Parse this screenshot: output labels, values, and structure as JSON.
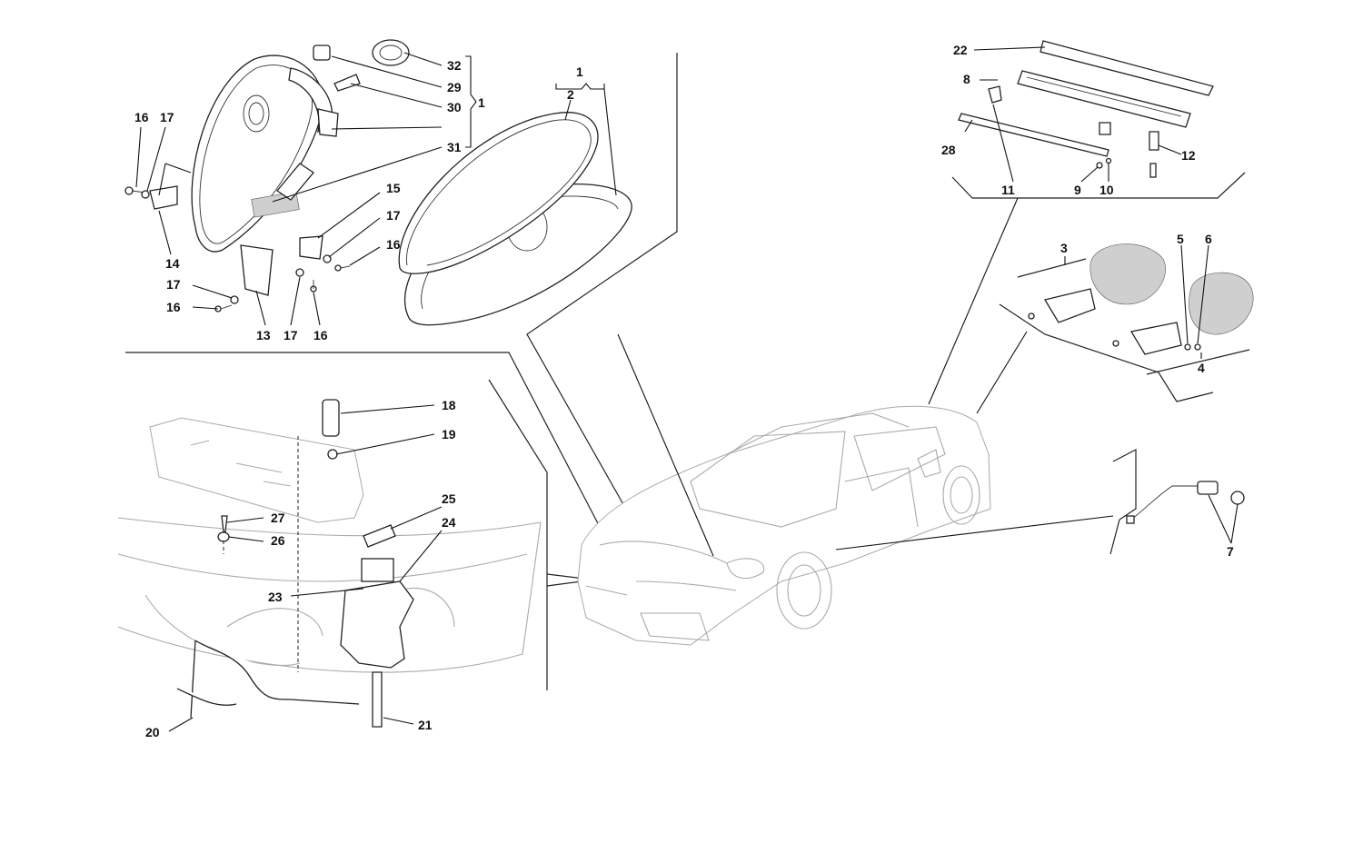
{
  "callouts": {
    "c1_headlamp": "1",
    "c1_top": "1",
    "c2": "2",
    "c3": "3",
    "c4": "4",
    "c5": "5",
    "c6": "6",
    "c7": "7",
    "c8": "8",
    "c9": "9",
    "c10": "10",
    "c11": "11",
    "c12": "12",
    "c13": "13",
    "c14": "14",
    "c15": "15",
    "c16a": "16",
    "c16b": "16",
    "c16c": "16",
    "c16d": "16",
    "c17a": "17",
    "c17b": "17",
    "c17c": "17",
    "c17d": "17",
    "c18": "18",
    "c19": "19",
    "c20": "20",
    "c21": "21",
    "c22": "22",
    "c23": "23",
    "c24": "24",
    "c25": "25",
    "c26": "26",
    "c27": "27",
    "c28": "28",
    "c29": "29",
    "c30": "30",
    "c31": "31",
    "c32": "32"
  },
  "colors": {
    "ink": "#111111",
    "ghost_body": "#aaaaaa",
    "background": "#ffffff"
  }
}
